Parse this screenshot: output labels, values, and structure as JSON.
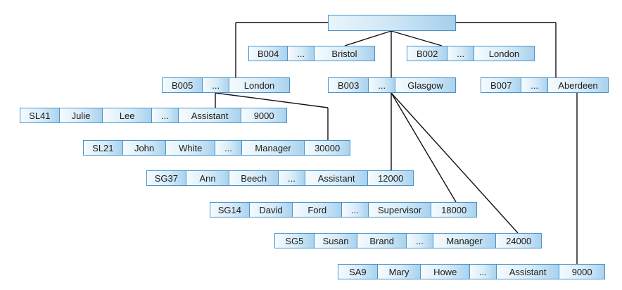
{
  "branches": [
    {
      "branch_no": "B004",
      "ellipsis": "...",
      "city": "Bristol"
    },
    {
      "branch_no": "B002",
      "ellipsis": "...",
      "city": "London"
    },
    {
      "branch_no": "B005",
      "ellipsis": "...",
      "city": "London"
    },
    {
      "branch_no": "B003",
      "ellipsis": "...",
      "city": "Glasgow"
    },
    {
      "branch_no": "B007",
      "ellipsis": "...",
      "city": "Aberdeen"
    }
  ],
  "staff": [
    {
      "staff_no": "SL41",
      "first_name": "Julie",
      "last_name": "Lee",
      "ellipsis": "...",
      "position": "Assistant",
      "salary": "9000"
    },
    {
      "staff_no": "SL21",
      "first_name": "John",
      "last_name": "White",
      "ellipsis": "...",
      "position": "Manager",
      "salary": "30000"
    },
    {
      "staff_no": "SG37",
      "first_name": "Ann",
      "last_name": "Beech",
      "ellipsis": "...",
      "position": "Assistant",
      "salary": "12000"
    },
    {
      "staff_no": "SG14",
      "first_name": "David",
      "last_name": "Ford",
      "ellipsis": "...",
      "position": "Supervisor",
      "salary": "18000"
    },
    {
      "staff_no": "SG5",
      "first_name": "Susan",
      "last_name": "Brand",
      "ellipsis": "...",
      "position": "Manager",
      "salary": "24000"
    },
    {
      "staff_no": "SA9",
      "first_name": "Mary",
      "last_name": "Howe",
      "ellipsis": "...",
      "position": "Assistant",
      "salary": "9000"
    }
  ]
}
